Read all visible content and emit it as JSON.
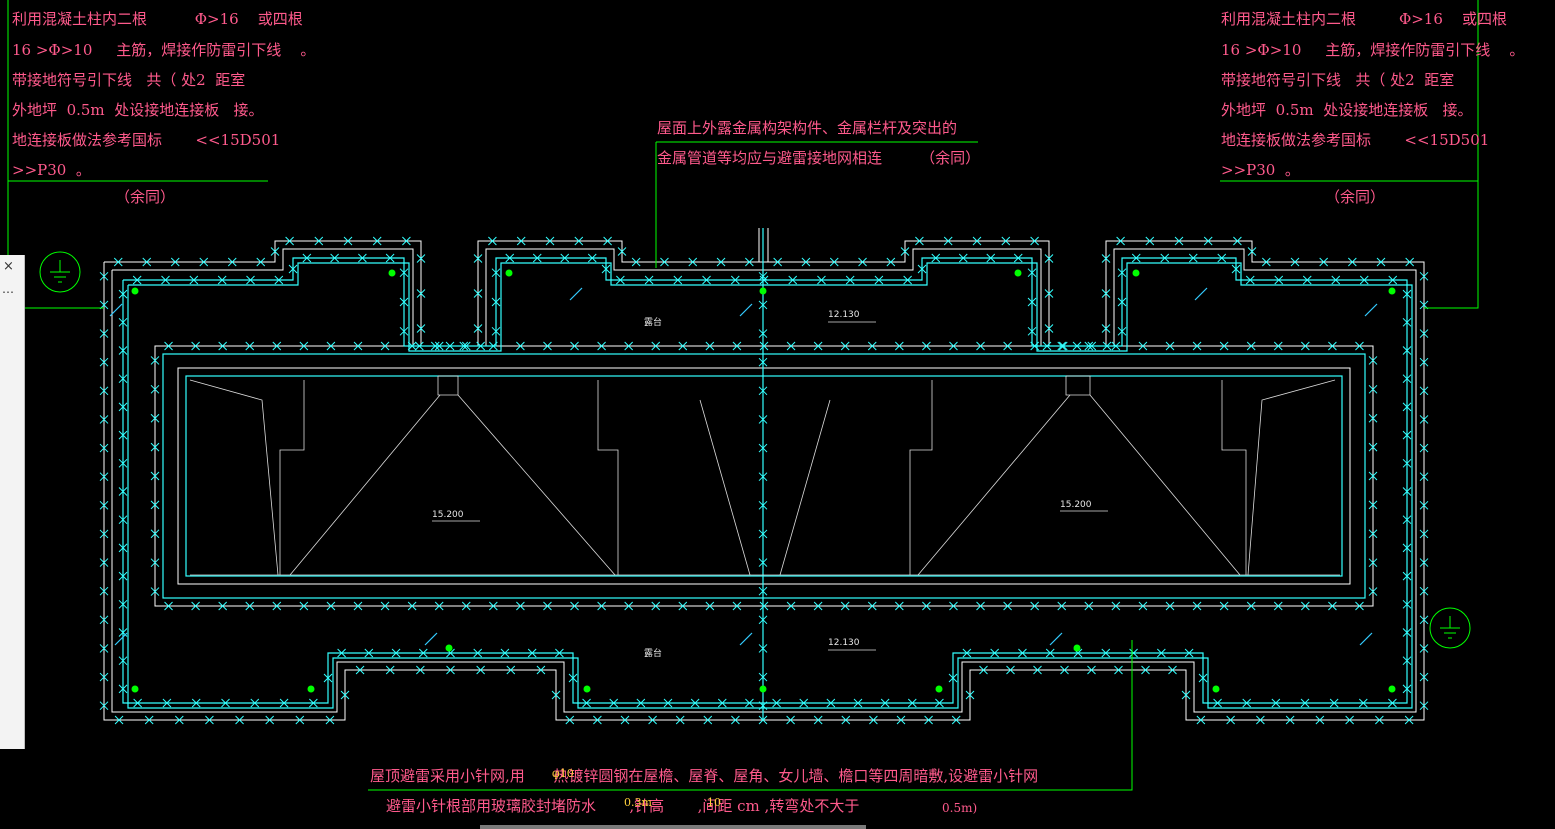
{
  "colors": {
    "background": "#000000",
    "note_text": "#ff5a8c",
    "leader_line": "#00ff00",
    "conductor": "#33ffff",
    "outline": "#ffffff",
    "highlight": "#ffd23c"
  },
  "left_note": {
    "lines": [
      "利用混凝土柱内二根",
      "Φ>16",
      "或四根",
      "16 >Φ>10",
      "主筋，焊接作防雷引下线",
      "。",
      "带接地符号引下线",
      "共（",
      "处2",
      "距室",
      "外地坪",
      "0.5m",
      "处设接地连接板",
      "接。",
      "地连接板做法参考国标",
      "<<15D501",
      ">>P30",
      "。",
      "（余同）"
    ]
  },
  "right_note": {
    "lines": [
      "利用混凝土柱内二根",
      "Φ>16",
      "或四根",
      "16 >Φ>10",
      "主筋，焊接作防雷引下线",
      "。",
      "带接地符号引下线",
      "共（",
      "处2",
      "距室",
      "外地坪",
      "0.5m",
      "处设接地连接板",
      "接。",
      "地连接板做法参考国标",
      "<<15D501",
      ">>P30",
      "。",
      "（余同）"
    ]
  },
  "top_note": {
    "line1": "屋面上外露金属构架构件、金属栏杆及突出的",
    "line2": "金属管道等均应与避雷接地网相连",
    "same": "（余同）"
  },
  "bottom_note": {
    "line1": "屋顶避雷采用小针网,用",
    "line1b": "热镀锌圆钢在屋檐、屋脊、屋角、女儿墙、檐口等四周暗敷,设避雷小针网",
    "overlap1": "φ10",
    "line2": "避雷小针根部用玻璃胶封堵防水",
    "line2b": ",针高",
    "line2c": ",间距",
    "line2d": "cm",
    "line2e": ",转弯处不大于",
    "line2f": "0.5m)",
    "overlap2": "0.3m",
    "overlap3": "10"
  },
  "labels": {
    "terrace_top": "露台",
    "terrace_bottom": "露台",
    "elev_top": "12.130",
    "elev_bottom": "12.130",
    "elev_left": "15.200",
    "elev_right": "15.200"
  },
  "side_panel": {
    "close": "×",
    "more": "⋯"
  }
}
